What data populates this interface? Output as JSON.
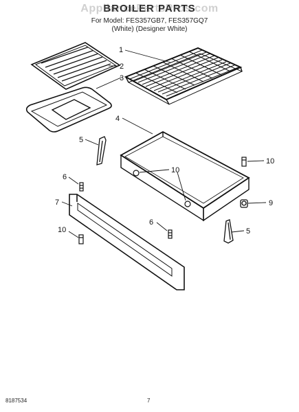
{
  "header": {
    "watermark": "AppliancePartsPros.com",
    "title": "BROILER PARTS",
    "model_line": "For Model: FES357GB7, FES357GQ7",
    "variant_line": "(White)     (Designer White)"
  },
  "callouts": {
    "c1": "1",
    "c2": "2",
    "c3": "3",
    "c4": "4",
    "c5a": "5",
    "c5b": "5",
    "c6a": "6",
    "c6b": "6",
    "c7": "7",
    "c9": "9",
    "c10a": "10",
    "c10b": "10",
    "c10c": "10"
  },
  "footer": {
    "doc_number": "8187534",
    "page_number": "7"
  }
}
